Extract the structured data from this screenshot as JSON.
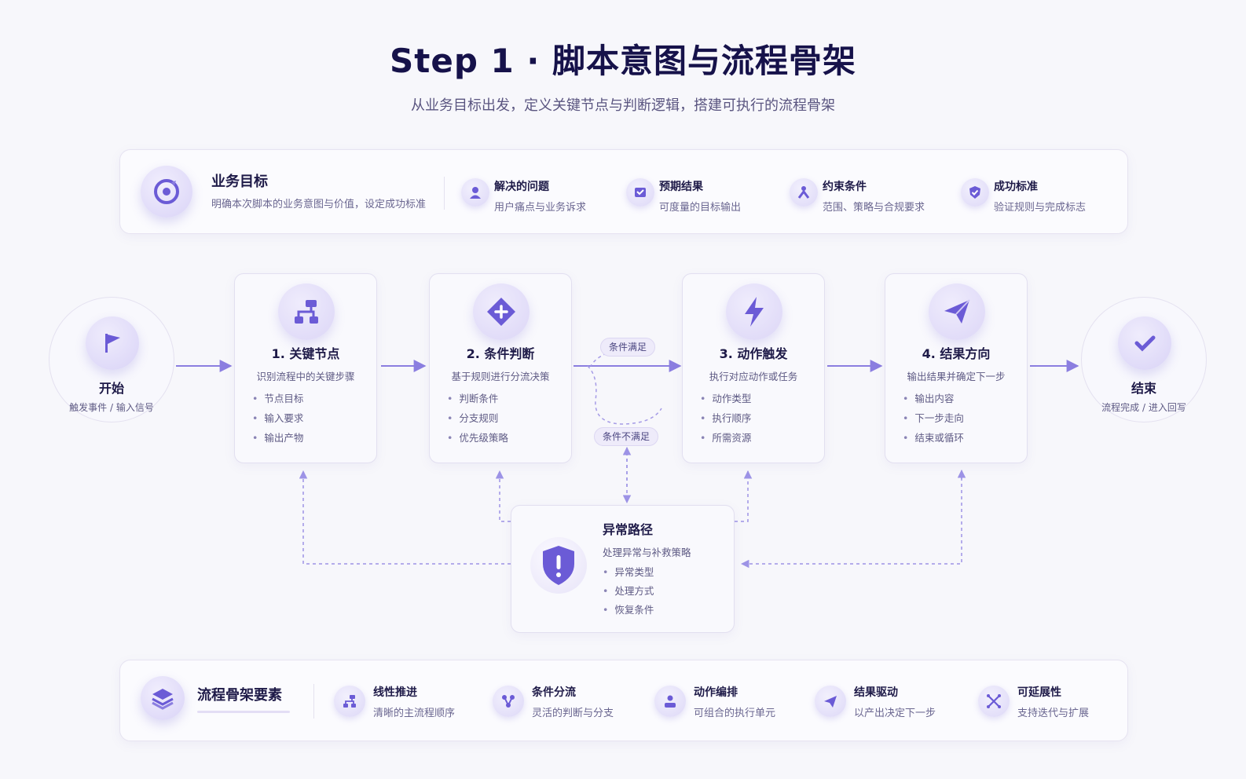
{
  "header": {
    "title": "Step 1 · 脚本意图与流程骨架",
    "subtitle": "从业务目标出发，定义关键节点与判断逻辑，搭建可执行的流程骨架"
  },
  "goal": {
    "title": "业务目标",
    "desc": "明确本次脚本的业务意图与价值，设定成功标准",
    "icon": "target-icon",
    "items": [
      {
        "title": "解决的问题",
        "desc": "用户痛点与业务诉求",
        "icon": "user-icon"
      },
      {
        "title": "预期结果",
        "desc": "可度量的目标输出",
        "icon": "mail-check-icon"
      },
      {
        "title": "约束条件",
        "desc": "范围、策略与合规要求",
        "icon": "person-constraint-icon"
      },
      {
        "title": "成功标准",
        "desc": "验证规则与完成标志",
        "icon": "badge-check-icon"
      }
    ]
  },
  "flow": {
    "start": {
      "title": "开始",
      "desc": "触发事件 / 输入信号",
      "icon": "flag-icon"
    },
    "end": {
      "title": "结束",
      "desc": "流程完成 / 进入回写",
      "icon": "check-icon"
    },
    "steps": [
      {
        "title": "1. 关键节点",
        "desc": "识别流程中的关键步骤",
        "items": [
          "节点目标",
          "输入要求",
          "输出产物"
        ],
        "icon": "hierarchy-icon"
      },
      {
        "title": "2. 条件判断",
        "desc": "基于规则进行分流决策",
        "items": [
          "判断条件",
          "分支规则",
          "优先级策略"
        ],
        "icon": "diamond-plus-icon"
      },
      {
        "title": "3. 动作触发",
        "desc": "执行对应动作或任务",
        "items": [
          "动作类型",
          "执行顺序",
          "所需资源"
        ],
        "icon": "lightning-icon"
      },
      {
        "title": "4. 结果方向",
        "desc": "输出结果并确定下一步",
        "items": [
          "输出内容",
          "下一步走向",
          "结束或循环"
        ],
        "icon": "paper-plane-icon"
      }
    ],
    "condition_met": "条件满足",
    "condition_not_met": "条件不满足",
    "exception": {
      "title": "异常路径",
      "desc": "处理异常与补救策略",
      "items": [
        "异常类型",
        "处理方式",
        "恢复条件"
      ],
      "icon": "shield-alert-icon"
    }
  },
  "elements": {
    "title": "流程骨架要素",
    "icon": "layers-icon",
    "items": [
      {
        "title": "线性推进",
        "desc": "清晰的主流程顺序",
        "icon": "hierarchy-icon"
      },
      {
        "title": "条件分流",
        "desc": "灵活的判断与分支",
        "icon": "branch-icon"
      },
      {
        "title": "动作编排",
        "desc": "可组合的执行单元",
        "icon": "person-action-icon"
      },
      {
        "title": "结果驱动",
        "desc": "以产出决定下一步",
        "icon": "send-icon"
      },
      {
        "title": "可延展性",
        "desc": "支持迭代与扩展",
        "icon": "expand-icon"
      }
    ]
  },
  "colors": {
    "accent": "#6b5bd6",
    "accent_light": "#9d93e6",
    "title": "#16124a",
    "bg": "#f7f7fb"
  }
}
